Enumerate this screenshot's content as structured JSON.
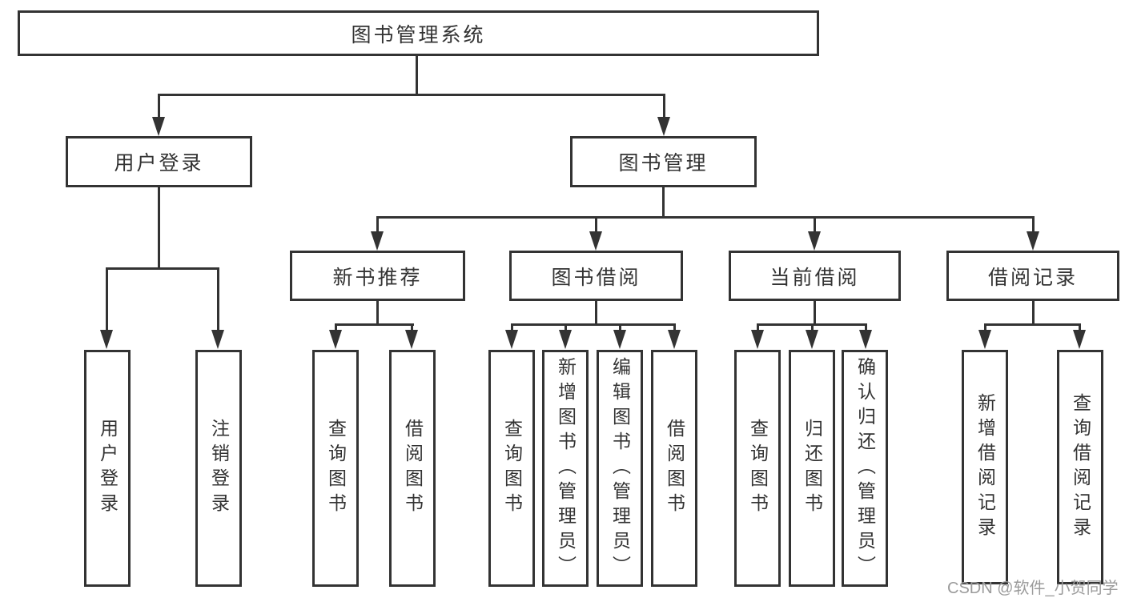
{
  "diagram": {
    "type": "hierarchy-tree",
    "title": "图书管理系统",
    "hierarchy": {
      "图书管理系统": {
        "用户登录": [
          "用户登录",
          "注销登录"
        ],
        "图书管理": {
          "新书推荐": [
            "查询图书",
            "借阅图书"
          ],
          "图书借阅": [
            "查询图书",
            "新增图书（管理员）",
            "编辑图书（管理员）",
            "借阅图书"
          ],
          "当前借阅": [
            "查询图书",
            "归还图书",
            "确认归还（管理员）"
          ],
          "借阅记录": [
            "新增借阅记录",
            "查询借阅记录"
          ]
        }
      }
    }
  },
  "nodes": {
    "root": "图书管理系统",
    "user_login": "用户登录",
    "book_mgmt": "图书管理",
    "new_book_rec": "新书推荐",
    "book_borrowing": "图书借阅",
    "current_borrowing": "当前借阅",
    "borrowing_records": "借阅记录",
    "leaf_user_login": "用户登录",
    "leaf_logout": "注销登录",
    "rec_query_books": "查询图书",
    "rec_borrow_books": "借阅图书",
    "bb_query_books": "查询图书",
    "bb_add_books_admin": "新增图书（管理员）",
    "bb_edit_books_admin": "编辑图书（管理员）",
    "bb_borrow_books": "借阅图书",
    "cb_query_books": "查询图书",
    "cb_return_books": "归还图书",
    "cb_confirm_return_admin": "确认归还（管理员）",
    "br_add_record": "新增借阅记录",
    "br_query_record": "查询借阅记录"
  },
  "watermark": "CSDN @软件_小贺同学",
  "colors": {
    "line": "#333333",
    "text": "#333333",
    "watermark": "#9b9b9b",
    "background": "#ffffff"
  }
}
